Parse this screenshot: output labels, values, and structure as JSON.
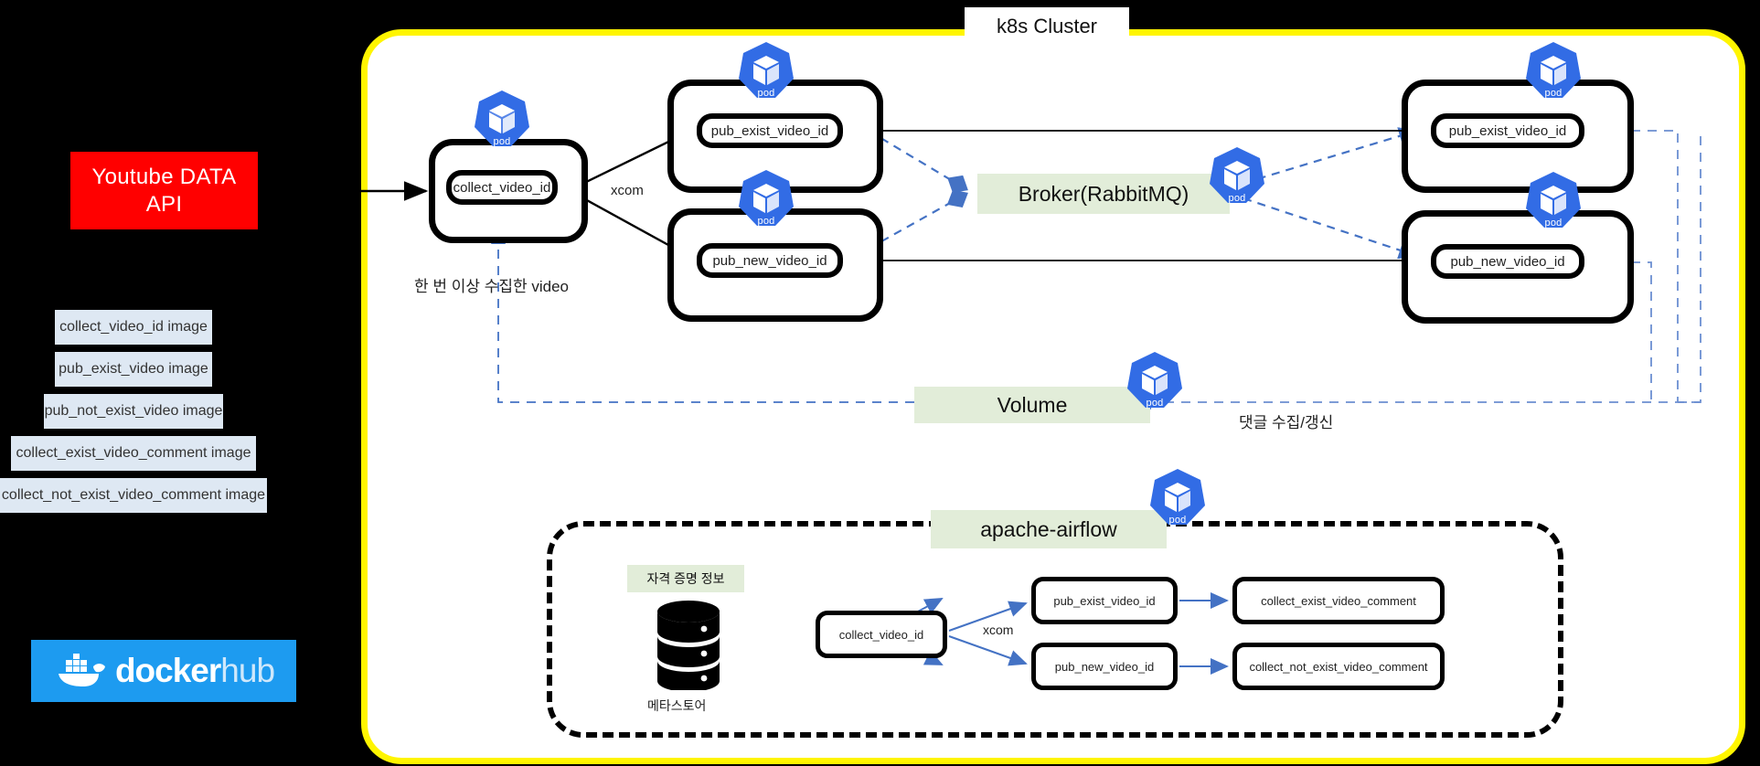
{
  "left_panel": {
    "api_box": {
      "label": "Youtube DATA\nAPI",
      "line1": "Youtube DATA",
      "line2": "API",
      "color": "#FF0000"
    },
    "images": [
      {
        "label": "collect_video_id image"
      },
      {
        "label": "pub_exist_video image"
      },
      {
        "label": "pub_not_exist_video image"
      },
      {
        "label": "collect_exist_video_comment image"
      },
      {
        "label": "collect_not_exist_video_comment image"
      }
    ],
    "registry": {
      "name_primary": "docker",
      "name_secondary": "hub",
      "icon": "docker-whale-icon",
      "color": "#1D9BF0"
    }
  },
  "cluster": {
    "title": "k8s Cluster",
    "border_color": "#FFF500",
    "pods": [
      {
        "id": "pod-collect",
        "badge": "pod",
        "task": "collect_video_id"
      },
      {
        "id": "pod-pub-exist-left",
        "badge": "pod",
        "task": "pub_exist_video_id"
      },
      {
        "id": "pod-pub-new-left",
        "badge": "pod",
        "task": "pub_new_video_id"
      },
      {
        "id": "pod-pub-exist-right",
        "badge": "pod",
        "task": "pub_exist_video_id"
      },
      {
        "id": "pod-pub-new-right",
        "badge": "pod",
        "task": "pub_new_video_id"
      },
      {
        "id": "pod-broker",
        "badge": "pod"
      },
      {
        "id": "pod-volume",
        "badge": "pod"
      },
      {
        "id": "pod-airflow",
        "badge": "pod"
      }
    ],
    "services": {
      "broker": "Broker(RabbitMQ)",
      "volume": "Volume",
      "airflow": "apache-airflow",
      "chip_color": "#E2EDD9"
    },
    "edge_labels": {
      "xcom_top": "xcom",
      "collected_video": "한 번 이상 수집한 video",
      "comment_collect": "댓글 수집/갱신"
    }
  },
  "airflow_dag": {
    "metastore": {
      "chip": "자격 증명 정보",
      "caption": "메타스토어",
      "icon": "database-icon"
    },
    "xcom_label": "xcom",
    "tasks": [
      {
        "id": "af-collect",
        "label": "collect_video_id"
      },
      {
        "id": "af-pub-exist",
        "label": "pub_exist_video_id"
      },
      {
        "id": "af-pub-new",
        "label": "pub_new_video_id"
      },
      {
        "id": "af-collect-exist-comment",
        "label": "collect_exist_video_comment"
      },
      {
        "id": "af-collect-not-exist-comment",
        "label": "collect_not_exist_video_comment"
      }
    ]
  }
}
